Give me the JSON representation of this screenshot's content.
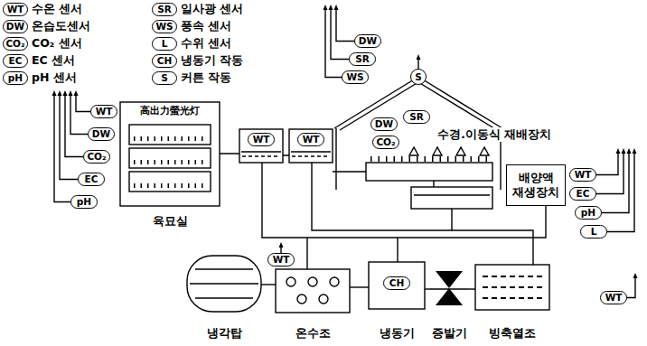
{
  "diagram": {
    "nodes": [
      {
        "text": [
          "高出力螢光灯",
          "육묘실"
        ]
      },
      {
        "text": [
          "WT"
        ]
      },
      {
        "text": [
          "DW"
        ]
      },
      {
        "text": [
          "CO₂"
        ]
      },
      {
        "text": [
          "EC"
        ]
      },
      {
        "text": [
          "pH"
        ]
      },
      {
        "text": [
          "WT"
        ]
      },
      {
        "text": [
          "WT"
        ]
      },
      {
        "text": [
          "S"
        ]
      },
      {
        "text": [
          "DW"
        ]
      },
      {
        "text": [
          "SR"
        ]
      },
      {
        "text": [
          "CO₂"
        ]
      },
      {
        "text": [
          "DW"
        ]
      },
      {
        "text": [
          "SR"
        ]
      },
      {
        "text": [
          "WS"
        ]
      },
      {
        "text": [
          "배양액 재생장치"
        ]
      },
      {
        "text": [
          "WT"
        ]
      },
      {
        "text": [
          "EC"
        ]
      },
      {
        "text": [
          "pH"
        ]
      },
      {
        "text": [
          "L"
        ]
      },
      {
        "text": [
          "냉각탑"
        ]
      },
      {
        "text": [
          "온수조"
        ]
      },
      {
        "text": [
          "WT"
        ]
      },
      {
        "text": [
          "냉동기"
        ]
      },
      {
        "text": [
          "CH"
        ],
        "in": 23
      },
      {
        "text": [
          "증발기"
        ]
      },
      {
        "text": [
          "빙축열조"
        ]
      },
      {
        "text": [
          "WT"
        ]
      }
    ],
    "edges": [
      {
        "from": 20,
        "to": 21,
        "arrow": "none"
      },
      {
        "from": 21,
        "to": 23,
        "arrow": "none"
      },
      {
        "from": 23,
        "to": 25,
        "arrow": "none"
      },
      {
        "from": 25,
        "to": 26,
        "arrow": "none"
      }
    ],
    "labels": [
      "WT",
      "DW",
      "CO₂",
      "EC",
      "pH",
      "SR",
      "WS",
      "L",
      "CH",
      "S",
      "수경.이동식 재배장치"
    ],
    "legend": [
      {
        "text": "수온 센서"
      },
      {
        "text": "온습도센서"
      },
      {
        "text": "CO₂ 센서"
      },
      {
        "text": "EC 센서"
      },
      {
        "text": "pH 센서"
      },
      {
        "text": "일사광 센서"
      },
      {
        "text": "풍속 센서"
      },
      {
        "text": "수위 센서"
      },
      {
        "text": "냉동기 작동"
      },
      {
        "text": "커튼 작동"
      }
    ]
  }
}
